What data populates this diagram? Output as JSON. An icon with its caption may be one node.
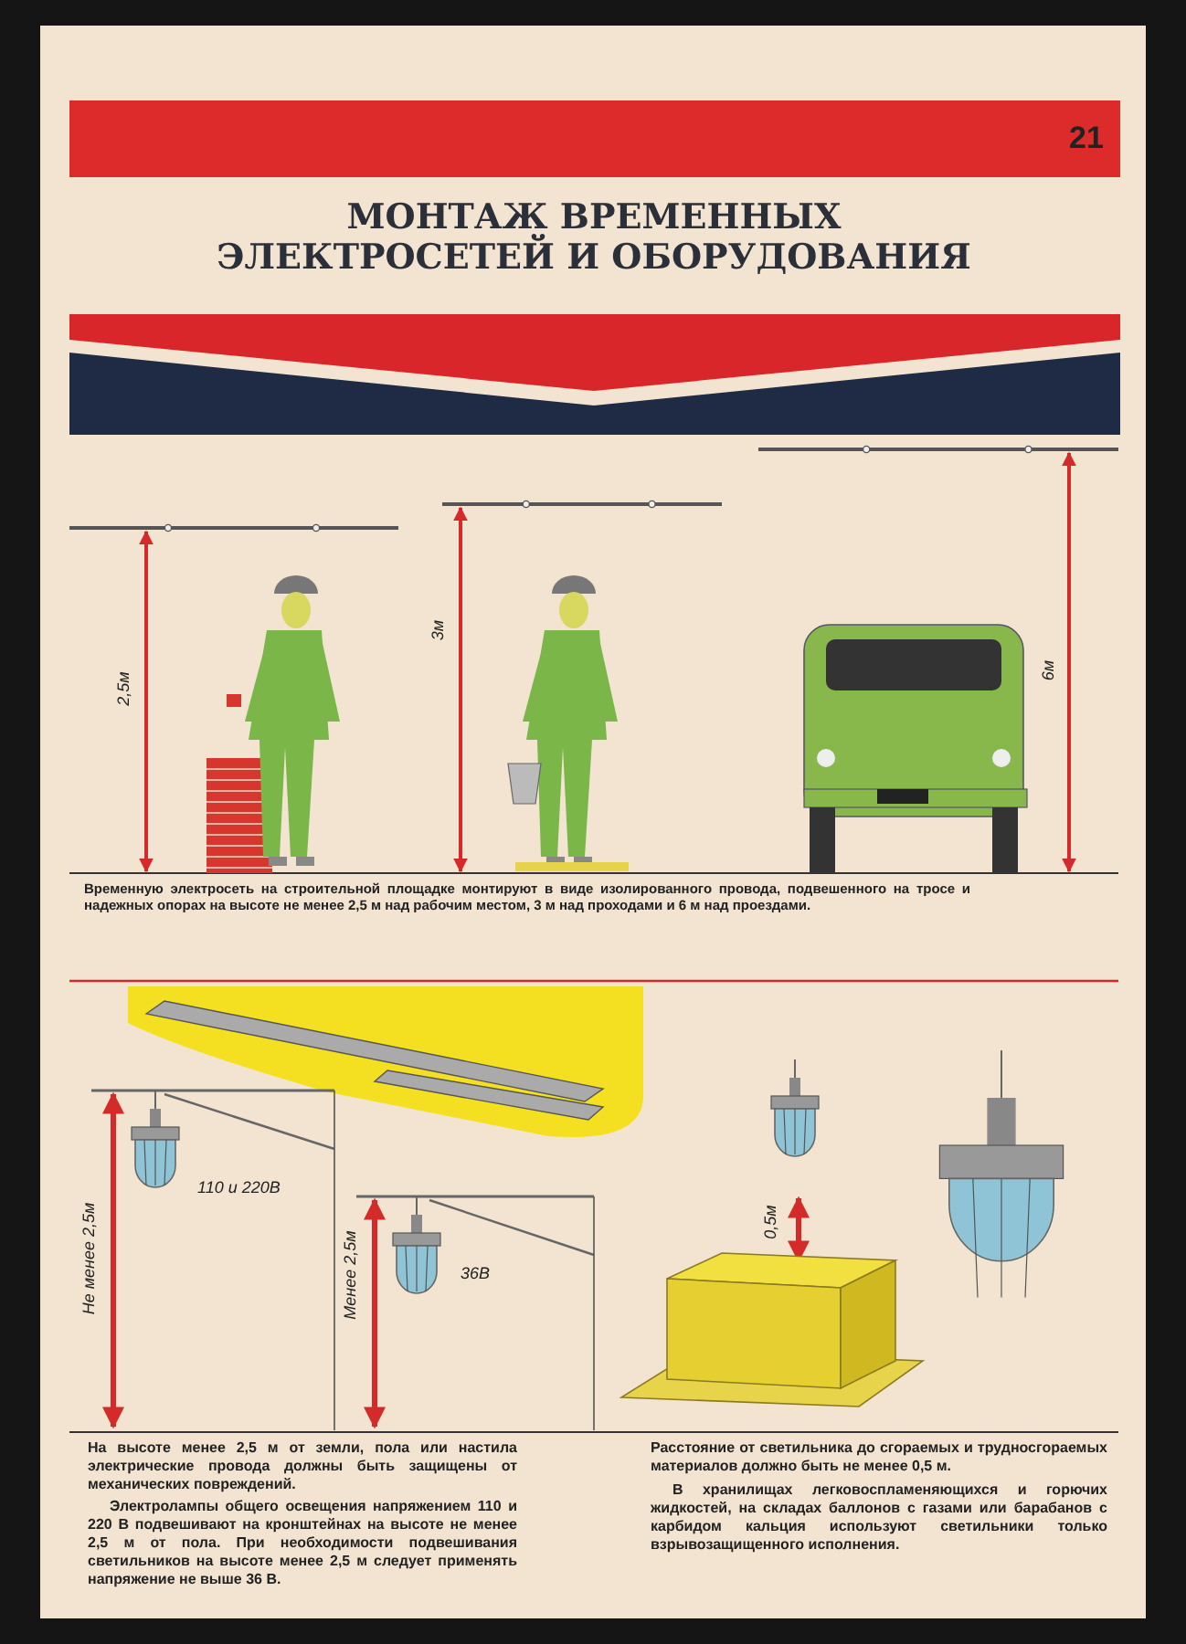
{
  "diagram": {
    "title": "МОНТАЖ ВРЕМЕННЫХ ЭЛЕКТРОСЕТЕЙ И ОБОРУДОВАНИЯ",
    "labels": [
      "21",
      "2,5м",
      "3м",
      "6м",
      "Временную электросеть на строительной площадке монтируют в виде изолированного провода, подвешенного на тросе и надежных опорах на высоте не менее 2,5 м над рабочим местом, 3 м над проходами и 6 м над проездами.",
      "110 и 220В",
      "Не менее 2,5м",
      "Менее 2,5м",
      "36В",
      "0,5м",
      "На высоте менее 2,5 м от земли, пола или настила электрические провода должны быть защищены от механических повреждений.",
      "Электролампы общего освещения напряжением 110 и 220 В подвешивают на кронштейнах на высоте не менее 2,5 м от пола. При необходимости подвешивания светильников на высоте менее 2,5 м следует применять напряжение не выше 36 В.",
      "Расстояние от светильника до сгораемых и трудносгораемых материалов должно быть не менее 0,5 м.",
      "В хранилищах легковоспламеняющихся и горючих жидкостей, на складах баллонов с газами или барабанов с карбидом кальция используют светильники только взрывозащищенного исполнения."
    ]
  }
}
